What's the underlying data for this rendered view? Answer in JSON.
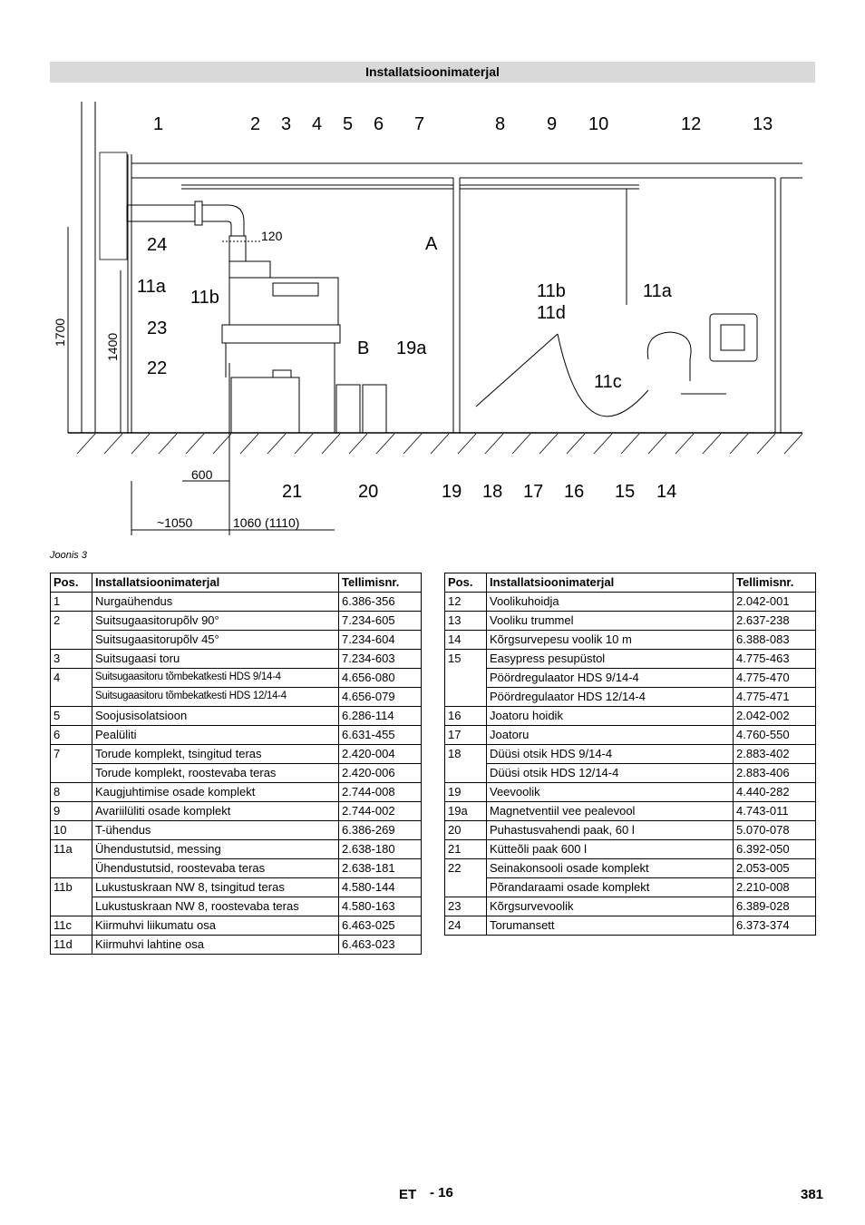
{
  "header": {
    "title": "Installatsioonimaterjal"
  },
  "figure": {
    "caption": "Joonis 3",
    "callouts_top": [
      "1",
      "2",
      "3",
      "4",
      "5",
      "6",
      "7",
      "8",
      "9",
      "10",
      "12",
      "13"
    ],
    "callouts_bottom": [
      "21",
      "20",
      "19",
      "18",
      "17",
      "16",
      "15",
      "14"
    ],
    "callouts_side": [
      "24",
      "11a",
      "11b",
      "23",
      "22",
      "B",
      "19a",
      "A",
      "11b",
      "11d",
      "11a",
      "11c"
    ],
    "dimensions": [
      "120",
      "1700",
      "1400",
      "600",
      "~1050",
      "1060 (1110)"
    ]
  },
  "table_left": {
    "headers": [
      "Pos.",
      "Installatsioonimaterjal",
      "Tellimisnr."
    ],
    "rows": [
      {
        "pos": "1",
        "name": "Nurgaühendus",
        "nr": "6.386-356"
      },
      {
        "pos": "2",
        "name": "Suitsugaasitorupõlv 90°",
        "nr": "7.234-605"
      },
      {
        "pos": "",
        "name": "Suitsugaasitorupõlv 45°",
        "nr": "7.234-604"
      },
      {
        "pos": "3",
        "name": "Suitsugaasi toru",
        "nr": "7.234-603"
      },
      {
        "pos": "4",
        "name": "Suitsugaasitoru tõmbekatkesti HDS 9/14-4",
        "nr": "4.656-080"
      },
      {
        "pos": "",
        "name": "Suitsugaasitoru tõmbekatkesti HDS 12/14-4",
        "nr": "4.656-079"
      },
      {
        "pos": "5",
        "name": "Soojusisolatsioon",
        "nr": "6.286-114"
      },
      {
        "pos": "6",
        "name": "Pealüliti",
        "nr": "6.631-455"
      },
      {
        "pos": "7",
        "name": "Torude komplekt, tsingitud teras",
        "nr": "2.420-004"
      },
      {
        "pos": "",
        "name": "Torude komplekt, roostevaba teras",
        "nr": "2.420-006"
      },
      {
        "pos": "8",
        "name": "Kaugjuhtimise osade komplekt",
        "nr": "2.744-008"
      },
      {
        "pos": "9",
        "name": "Avariilüliti osade komplekt",
        "nr": "2.744-002"
      },
      {
        "pos": "10",
        "name": "T-ühendus",
        "nr": "6.386-269"
      },
      {
        "pos": "11a",
        "name": "Ühendustutsid, messing",
        "nr": "2.638-180"
      },
      {
        "pos": "",
        "name": "Ühendustutsid, roostevaba teras",
        "nr": "2.638-181"
      },
      {
        "pos": "11b",
        "name": "Lukustuskraan NW 8, tsingitud teras",
        "nr": "4.580-144"
      },
      {
        "pos": "",
        "name": "Lukustuskraan NW 8, roostevaba teras",
        "nr": "4.580-163"
      },
      {
        "pos": "11c",
        "name": "Kiirmuhvi liikumatu osa",
        "nr": "6.463-025"
      },
      {
        "pos": "11d",
        "name": "Kiirmuhvi lahtine osa",
        "nr": "6.463-023"
      }
    ]
  },
  "table_right": {
    "headers": [
      "Pos.",
      "Installatsioonimaterjal",
      "Tellimisnr."
    ],
    "rows": [
      {
        "pos": "12",
        "name": "Voolikuhoidja",
        "nr": "2.042-001"
      },
      {
        "pos": "13",
        "name": "Vooliku trummel",
        "nr": "2.637-238"
      },
      {
        "pos": "14",
        "name": "Kõrgsurvepesu voolik 10 m",
        "nr": "6.388-083"
      },
      {
        "pos": "15",
        "name": "Easypress pesupüstol",
        "nr": "4.775-463"
      },
      {
        "pos": "",
        "name": "Pöördregulaator HDS 9/14-4",
        "nr": "4.775-470"
      },
      {
        "pos": "",
        "name": "Pöördregulaator HDS 12/14-4",
        "nr": "4.775-471"
      },
      {
        "pos": "16",
        "name": "Joatoru hoidik",
        "nr": "2.042-002"
      },
      {
        "pos": "17",
        "name": "Joatoru",
        "nr": "4.760-550"
      },
      {
        "pos": "18",
        "name": "Düüsi otsik HDS 9/14-4",
        "nr": "2.883-402"
      },
      {
        "pos": "",
        "name": "Düüsi otsik HDS 12/14-4",
        "nr": "2.883-406"
      },
      {
        "pos": "19",
        "name": "Veevoolik",
        "nr": "4.440-282"
      },
      {
        "pos": "19a",
        "name": "Magnetventiil vee pealevool",
        "nr": "4.743-011"
      },
      {
        "pos": "20",
        "name": "Puhastusvahendi paak, 60 l",
        "nr": "5.070-078"
      },
      {
        "pos": "21",
        "name": "Kütteõli paak 600 l",
        "nr": "6.392-050"
      },
      {
        "pos": "22",
        "name": "Seinakonsooli osade komplekt",
        "nr": "2.053-005"
      },
      {
        "pos": "",
        "name": "Põrandaraami osade komplekt",
        "nr": "2.210-008"
      },
      {
        "pos": "23",
        "name": "Kõrgsurvevoolik",
        "nr": "6.389-028"
      },
      {
        "pos": "24",
        "name": "Torumansett",
        "nr": "6.373-374"
      }
    ]
  },
  "footer": {
    "lang": "ET",
    "page_local": "- 16",
    "page_global": "381"
  }
}
